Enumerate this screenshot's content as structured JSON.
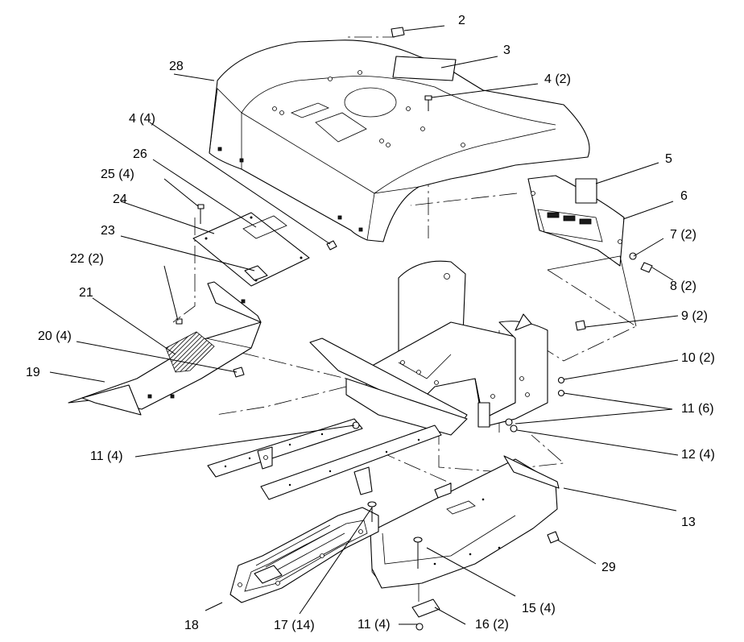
{
  "callouts": [
    {
      "id": "c2",
      "text": "2"
    },
    {
      "id": "c3",
      "text": "3"
    },
    {
      "id": "c28",
      "text": "28"
    },
    {
      "id": "c4a",
      "text": "4 (2)"
    },
    {
      "id": "c4b",
      "text": "4 (4)"
    },
    {
      "id": "c26",
      "text": "26"
    },
    {
      "id": "c5",
      "text": "5"
    },
    {
      "id": "c25",
      "text": "25 (4)"
    },
    {
      "id": "c6",
      "text": "6"
    },
    {
      "id": "c24",
      "text": "24"
    },
    {
      "id": "c23",
      "text": "23"
    },
    {
      "id": "c7",
      "text": "7 (2)"
    },
    {
      "id": "c22",
      "text": "22 (2)"
    },
    {
      "id": "c8",
      "text": "8 (2)"
    },
    {
      "id": "c21",
      "text": "21"
    },
    {
      "id": "c9",
      "text": "9 (2)"
    },
    {
      "id": "c20",
      "text": "20 (4)"
    },
    {
      "id": "c10",
      "text": "10 (2)"
    },
    {
      "id": "c19",
      "text": "19"
    },
    {
      "id": "c11a",
      "text": "11 (6)"
    },
    {
      "id": "c11b",
      "text": "11 (4)"
    },
    {
      "id": "c12",
      "text": "12 (4)"
    },
    {
      "id": "c13",
      "text": "13"
    },
    {
      "id": "c29",
      "text": "29"
    },
    {
      "id": "c15",
      "text": "15 (4)"
    },
    {
      "id": "c18",
      "text": "18"
    },
    {
      "id": "c17",
      "text": "17 (14)"
    },
    {
      "id": "c11c",
      "text": "11 (4)"
    },
    {
      "id": "c16",
      "text": "16 (2)"
    }
  ]
}
